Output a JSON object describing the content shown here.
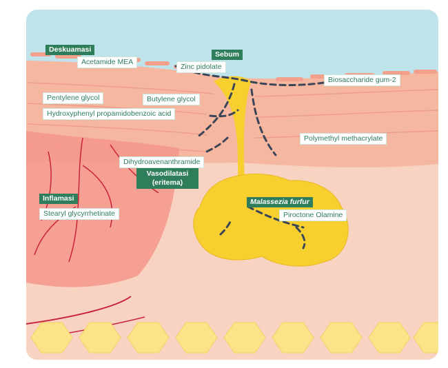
{
  "labels": {
    "deskuamasi": "Deskuamasi",
    "acetamide": "Acetamide MEA",
    "sebum": "Sebum",
    "zinc": "Zinc pidolate",
    "biosaccharide": "Biosaccharide gum-2",
    "pentylene": "Pentylene glycol",
    "butylene": "Butylene glycol",
    "hydroxyphenyl": "Hydroxyphenyl propamidobenzoic acid",
    "polymethyl": "Polymethyl methacrylate",
    "dihydroavenanthramide": "Dihydroavenanthramide",
    "vasodilatasi_line1": "Vasodilatasi",
    "vasodilatasi_line2": "(eritema)",
    "inflamasi": "Inflamasi",
    "stearyl": "Stearyl glycyrrhetinate",
    "malassezia": "Malassezia furfur",
    "piroctone": "Piroctone Olamine"
  },
  "colors": {
    "sky": "#bfe3ea",
    "epidermis": "#f6b7a1",
    "dermis": "#f9d3c2",
    "inflamed": "#f4978b",
    "vessel": "#c8233a",
    "sebum": "#f7cf2f",
    "fat": "#fbe38a",
    "label_green": "#2e7d5b"
  }
}
